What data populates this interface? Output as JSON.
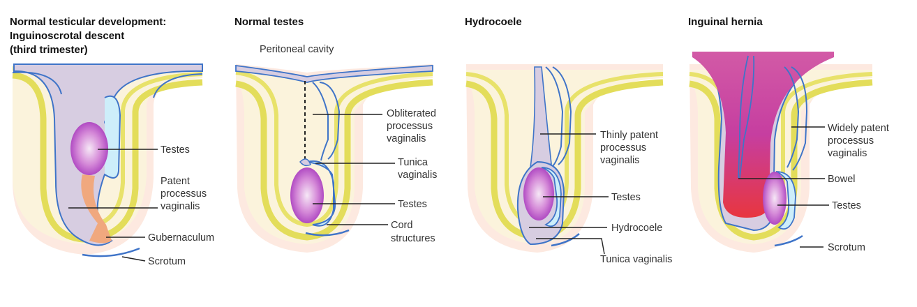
{
  "colors": {
    "yellow_band": "#e8e26a",
    "cream": "#fbf3dc",
    "peach": "#fde9e0",
    "blue_line": "#3f74c8",
    "cyan_tunica": "#cdeefa",
    "mauve": "#d6cce0",
    "testis_magenta": "#b246c4",
    "testis_light": "#f6e8f6",
    "gubernaculum": "#f0a87e",
    "bowel_red": "#e83a46",
    "bowel_magenta": "#b23aa8"
  },
  "panels": [
    {
      "title_lines": [
        "Normal testicular development:",
        "Inguinoscrotal descent",
        "(third trimester)"
      ],
      "labels": {
        "testes": "Testes",
        "patent_pv": [
          "Patent",
          "processus",
          "vaginalis"
        ],
        "gubernaculum": "Gubernaculum",
        "scrotum": "Scrotum"
      }
    },
    {
      "title_lines": [
        "Normal testes"
      ],
      "labels": {
        "peritoneal": "Peritoneal cavity",
        "obliterated_pv": [
          "Obliterated",
          "processus",
          "vaginalis"
        ],
        "tunica": [
          "Tunica",
          "vaginalis"
        ],
        "testes": "Testes",
        "cord": [
          "Cord",
          "structures"
        ]
      }
    },
    {
      "title_lines": [
        "Hydrocoele"
      ],
      "labels": {
        "thin_pv": [
          "Thinly patent",
          "processus",
          "vaginalis"
        ],
        "testes": "Testes",
        "hydrocoele": "Hydrocoele",
        "tunica": "Tunica vaginalis"
      }
    },
    {
      "title_lines": [
        "Inguinal hernia"
      ],
      "labels": {
        "wide_pv": [
          "Widely patent",
          "processus",
          "vaginalis"
        ],
        "bowel": "Bowel",
        "testes": "Testes",
        "scrotum": "Scrotum"
      }
    }
  ]
}
